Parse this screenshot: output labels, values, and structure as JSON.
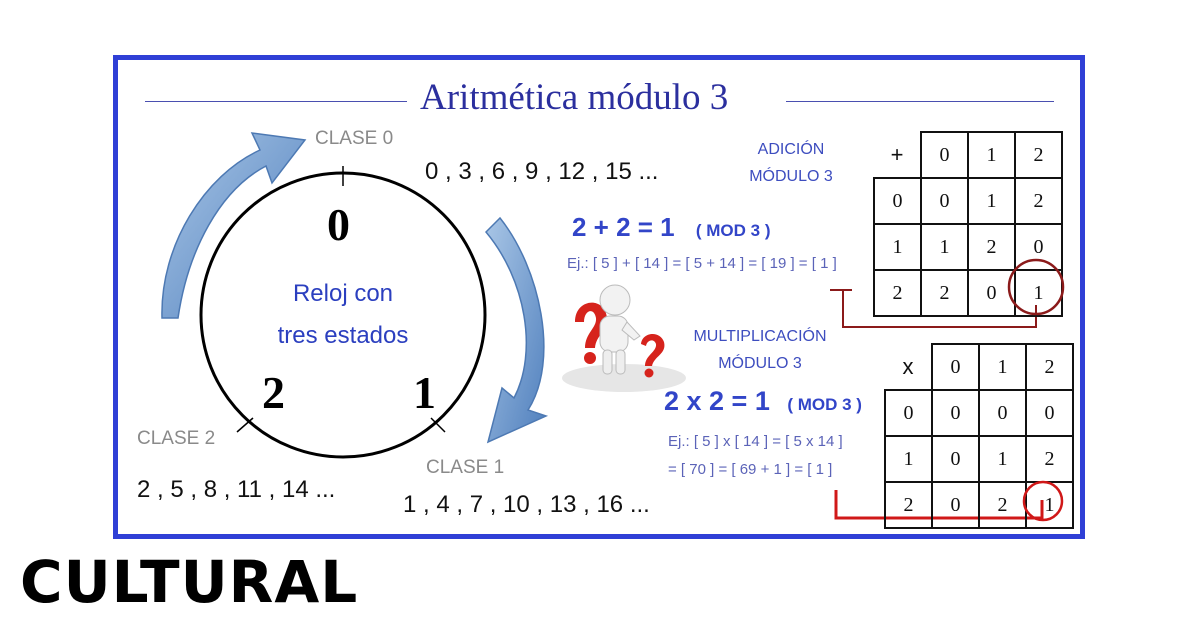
{
  "title": "Aritmética módulo 3",
  "clock": {
    "center_line1": "Reloj  con",
    "center_line2": "tres estados",
    "num0": "0",
    "num1": "1",
    "num2": "2"
  },
  "classes": {
    "c0_label": "CLASE 0",
    "c0_seq": "0 , 3 , 6 , 9 , 12 , 15 ...",
    "c1_label": "CLASE 1",
    "c1_seq": "1 , 4 , 7 , 10 , 13 , 16 ...",
    "c2_label": "CLASE 2",
    "c2_seq": "2 , 5 , 8 , 11 , 14 ..."
  },
  "addition": {
    "label_line1": "ADICIÓN",
    "label_line2": "MÓDULO 3",
    "equation": "2 + 2  =  1",
    "mod": "( MOD 3 )",
    "example": "Ej.:  [ 5 ] + [ 14 ] = [ 5 + 14 ] = [ 19 ] = [ 1 ]",
    "operator": "+",
    "header": [
      "0",
      "1",
      "2"
    ],
    "rows": [
      [
        "0",
        "0",
        "1",
        "2"
      ],
      [
        "1",
        "1",
        "2",
        "0"
      ],
      [
        "2",
        "2",
        "0",
        "1"
      ]
    ]
  },
  "multiplication": {
    "label_line1": "MULTIPLICACIÓN",
    "label_line2": "MÓDULO 3",
    "equation": "2 x 2  =  1",
    "mod": "( MOD 3 )",
    "example_line1": "Ej.: [ 5 ] x [ 14 ]  =  [ 5 x 14 ]",
    "example_line2": "= [ 70 ]  =  [ 69 + 1 ]  =  [ 1 ]",
    "operator": "x",
    "header": [
      "0",
      "1",
      "2"
    ],
    "rows": [
      [
        "0",
        "0",
        "0",
        "0"
      ],
      [
        "1",
        "0",
        "1",
        "2"
      ],
      [
        "2",
        "0",
        "2",
        "1"
      ]
    ]
  },
  "colors": {
    "frame": "#2f3fd6",
    "title": "#2b2f9e",
    "equation": "#3245c8",
    "arrow": "#6f9ccd",
    "highlight_add": "#8b1a1a",
    "highlight_mult": "#d01818"
  },
  "brand": "CULTURAL"
}
